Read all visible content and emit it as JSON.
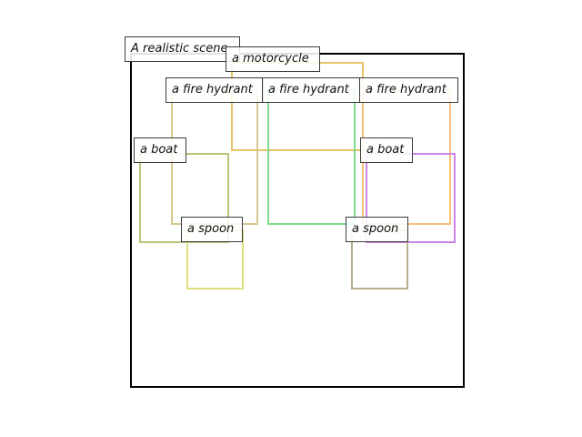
{
  "scene": {
    "caption": "A realistic scene"
  },
  "objects": [
    {
      "id": "motorcycle",
      "label": "a motorcycle",
      "color": "#e8c468"
    },
    {
      "id": "fire-hydrant-1",
      "label": "a fire hydrant",
      "color": "#d6c890"
    },
    {
      "id": "fire-hydrant-2",
      "label": "a fire hydrant",
      "color": "#7fdc8c"
    },
    {
      "id": "fire-hydrant-3",
      "label": "a fire hydrant",
      "color": "#f5c07a"
    },
    {
      "id": "boat-1",
      "label": "a boat",
      "color": "#b7c679"
    },
    {
      "id": "boat-2",
      "label": "a boat",
      "color": "#cf84e6"
    },
    {
      "id": "spoon-1",
      "label": "a spoon",
      "color": "#dee07c"
    },
    {
      "id": "spoon-2",
      "label": "a spoon",
      "color": "#b7b08a"
    }
  ]
}
